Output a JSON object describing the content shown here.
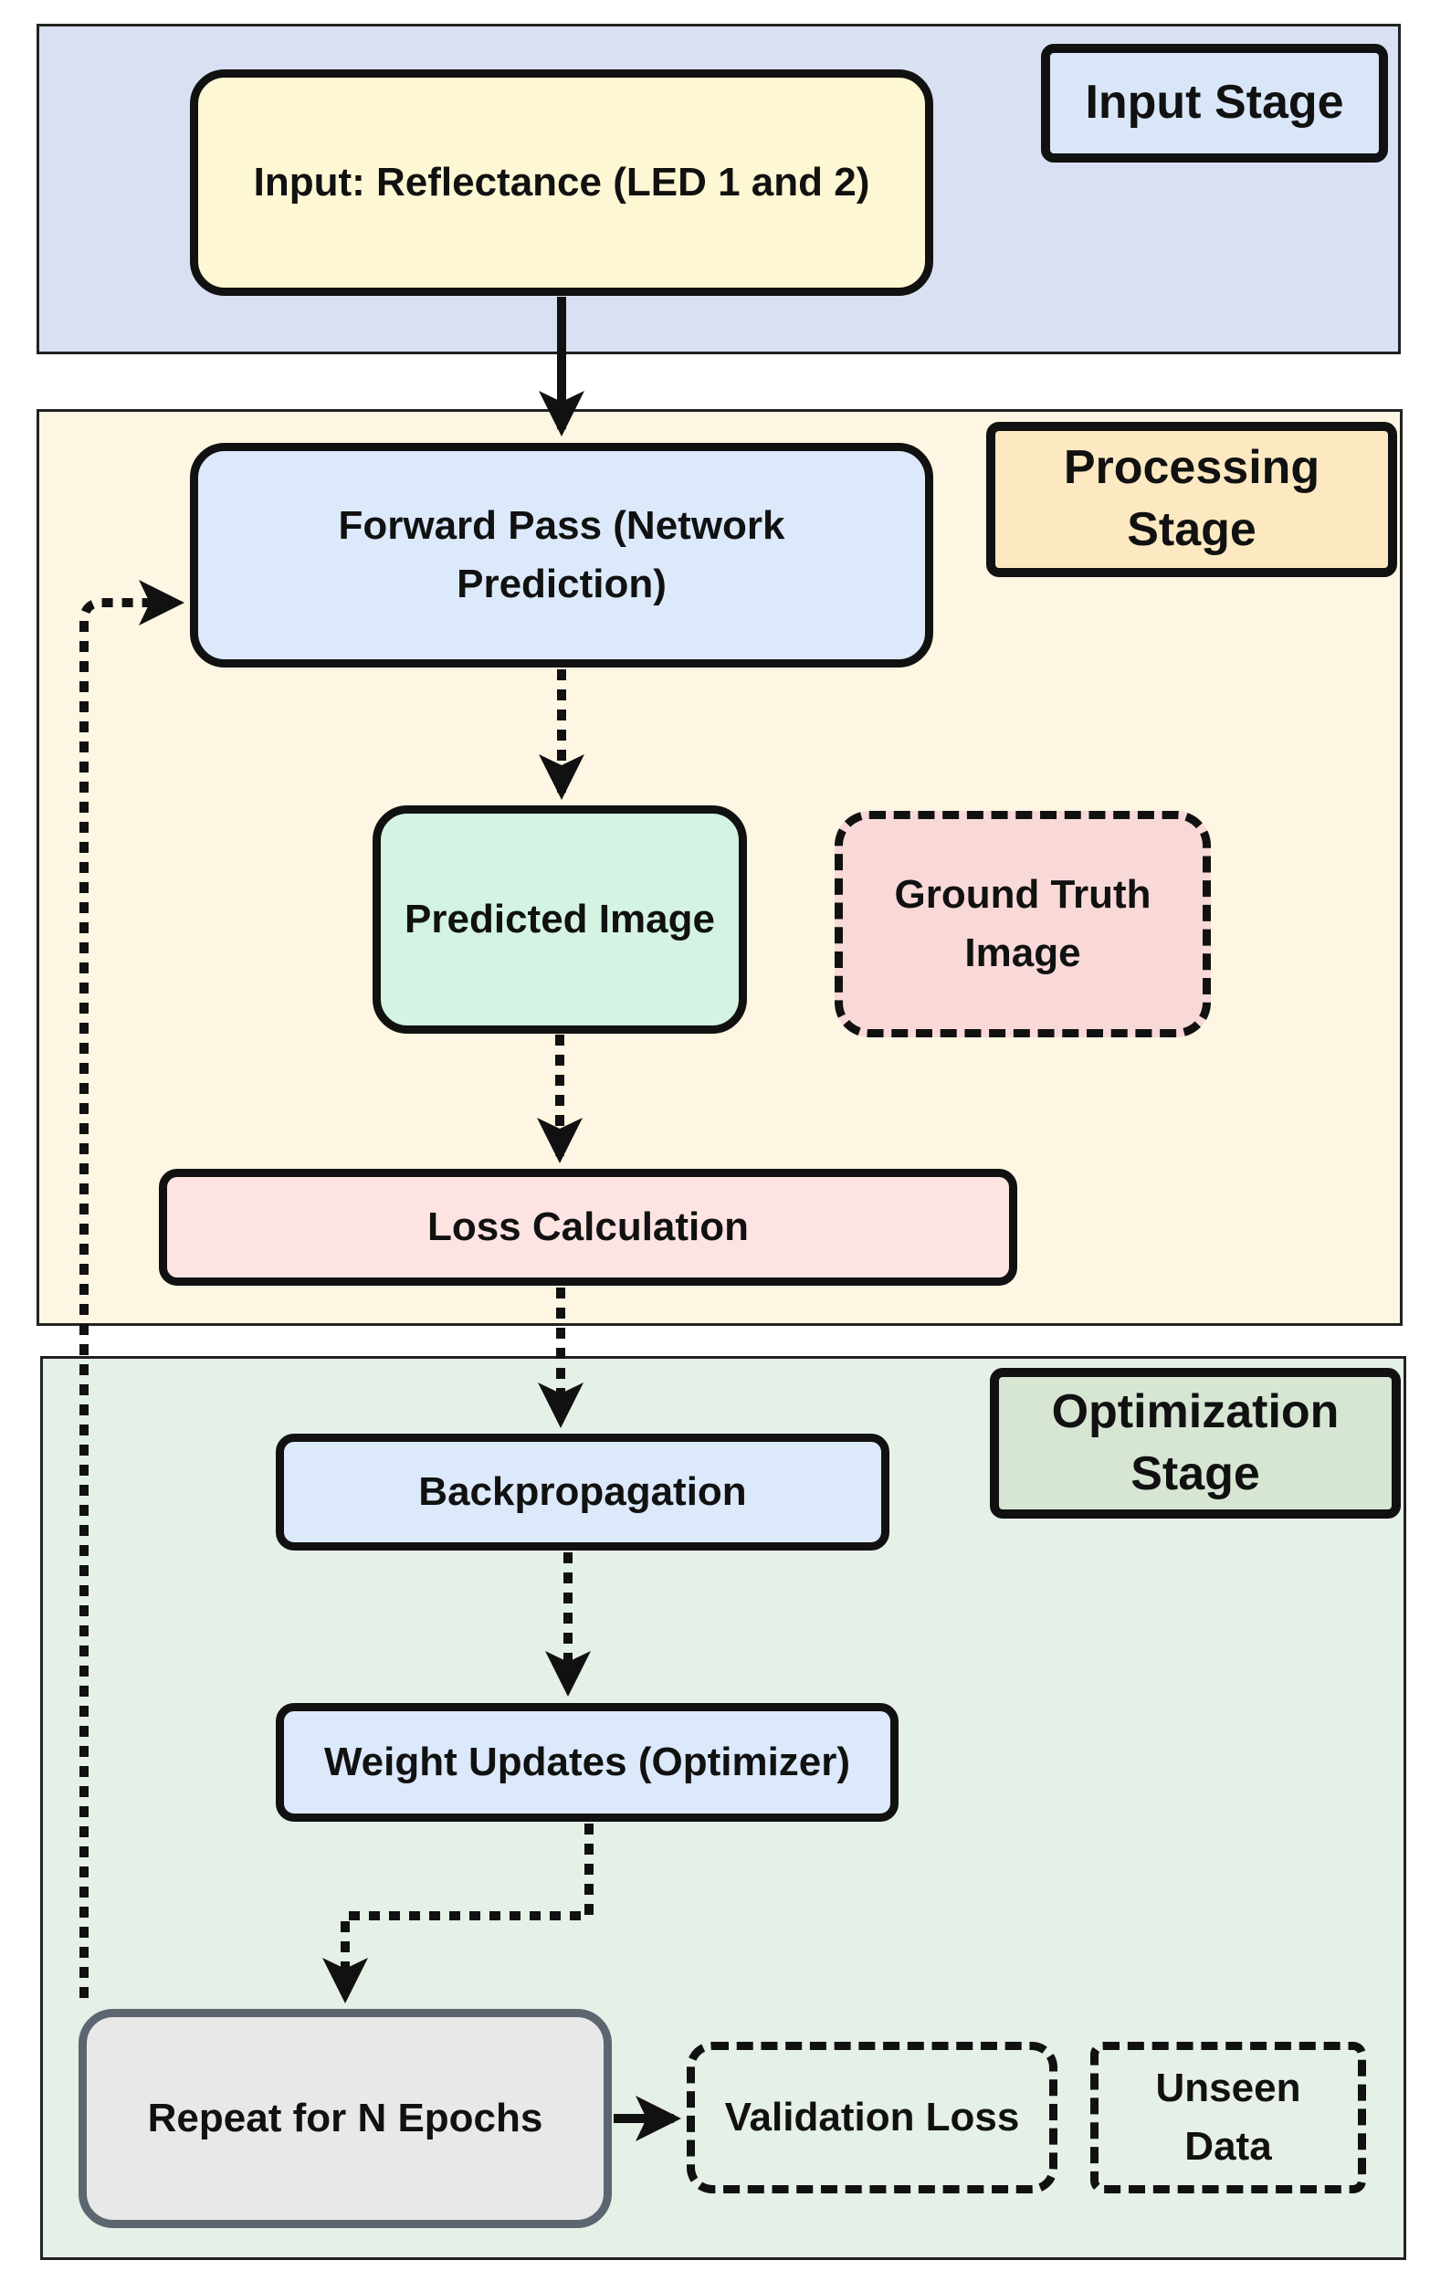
{
  "stages": {
    "input": {
      "label": "Input Stage",
      "color": "#d8e0f1"
    },
    "processing": {
      "label": "Processing\nStage",
      "color": "#fdf6e3"
    },
    "optimization": {
      "label": "Optimization\nStage",
      "color": "#e5f0e6"
    }
  },
  "nodes": {
    "input_reflectance": "Input: Reflectance (LED 1 and 2)",
    "forward_pass": "Forward Pass (Network\nPrediction)",
    "predicted_image": "Predicted Image",
    "ground_truth_image": "Ground Truth\nImage",
    "loss_calculation": "Loss Calculation",
    "backpropagation": "Backpropagation",
    "weight_updates": "Weight Updates (Optimizer)",
    "repeat_epochs": "Repeat for N Epochs",
    "validation_loss": "Validation Loss",
    "unseen_data": "Unseen\nData"
  },
  "colors": {
    "input_node": "#fef7d3",
    "blue_node": "#dbe9fb",
    "green_node": "#d4f3e2",
    "pink_node": "#f9d9d8",
    "loss_node": "#fde4e2",
    "gray_node": "#e8e8e8",
    "label_input": "#d8e6f8",
    "label_processing": "#fce9c2",
    "label_optimization": "#d6e6d3"
  },
  "edges": [
    {
      "from": "input_reflectance",
      "to": "forward_pass",
      "style": "solid"
    },
    {
      "from": "forward_pass",
      "to": "predicted_image",
      "style": "dotted"
    },
    {
      "from": "predicted_image",
      "to": "loss_calculation",
      "style": "dotted"
    },
    {
      "from": "loss_calculation",
      "to": "backpropagation",
      "style": "dotted"
    },
    {
      "from": "backpropagation",
      "to": "weight_updates",
      "style": "dotted"
    },
    {
      "from": "weight_updates",
      "to": "repeat_epochs",
      "style": "dotted"
    },
    {
      "from": "repeat_epochs",
      "to": "forward_pass",
      "style": "dotted"
    },
    {
      "from": "repeat_epochs",
      "to": "validation_loss",
      "style": "solid"
    }
  ]
}
